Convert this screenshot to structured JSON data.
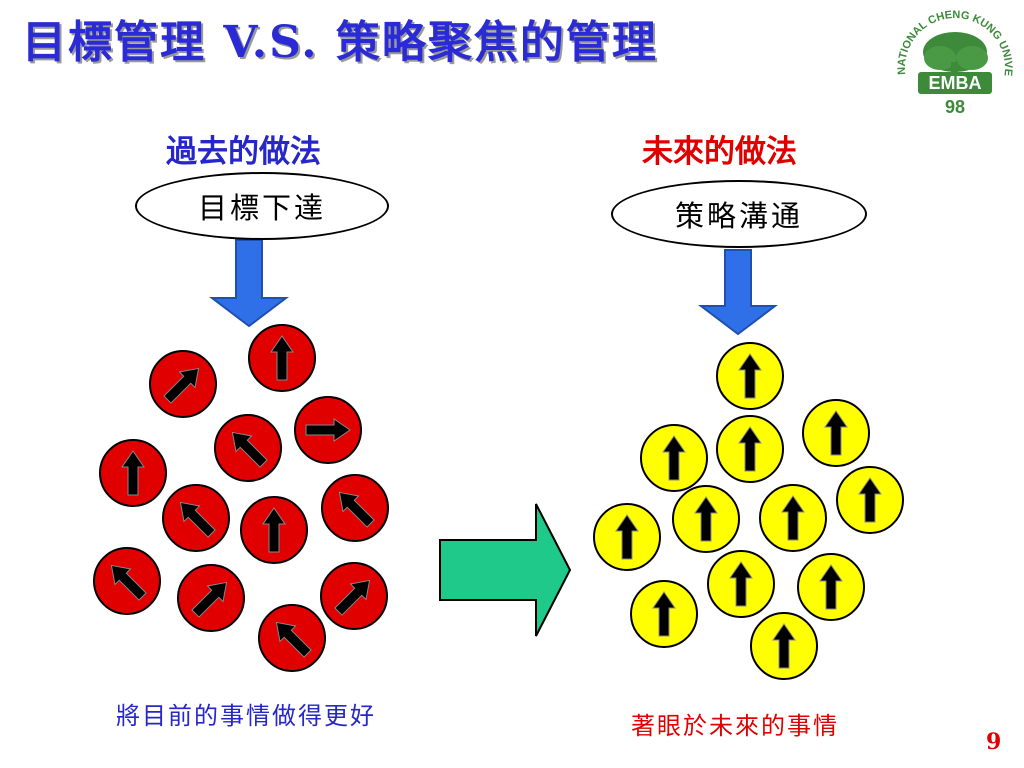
{
  "slide": {
    "title": "目標管理 V.S. 策略聚焦的管理",
    "page_number": "9"
  },
  "logo": {
    "arc_text": "NATIONAL CHENG KUNG UNIVERSITY",
    "badge_line1": "EMBA",
    "badge_line2": "98",
    "color": "#3c8a3a"
  },
  "left": {
    "heading": "過去的做法",
    "bubble": "目標下達",
    "caption": "將目前的事情做得更好",
    "heading_color": "#2626c9",
    "circle_color": "#e00000",
    "circles": [
      {
        "direction": "up"
      },
      {
        "direction": "up-right"
      },
      {
        "direction": "up-left"
      },
      {
        "direction": "right"
      },
      {
        "direction": "up"
      },
      {
        "direction": "up-left"
      },
      {
        "direction": "up-left"
      },
      {
        "direction": "up"
      },
      {
        "direction": "up-left"
      },
      {
        "direction": "up-right"
      },
      {
        "direction": "up-right"
      },
      {
        "direction": "up-left"
      }
    ]
  },
  "right": {
    "heading": "未來的做法",
    "bubble": "策略溝通",
    "caption": "著眼於未來的事情",
    "heading_color": "#e00000",
    "circle_color": "#ffff00",
    "circles": [
      {
        "direction": "up"
      },
      {
        "direction": "up"
      },
      {
        "direction": "up"
      },
      {
        "direction": "up"
      },
      {
        "direction": "up"
      },
      {
        "direction": "up"
      },
      {
        "direction": "up"
      },
      {
        "direction": "up"
      },
      {
        "direction": "up"
      },
      {
        "direction": "up"
      },
      {
        "direction": "up"
      },
      {
        "direction": "up"
      }
    ]
  },
  "arrows": {
    "down_arrow_color": "#2f6fe8",
    "transition_arrow_color": "#1fc98a"
  }
}
